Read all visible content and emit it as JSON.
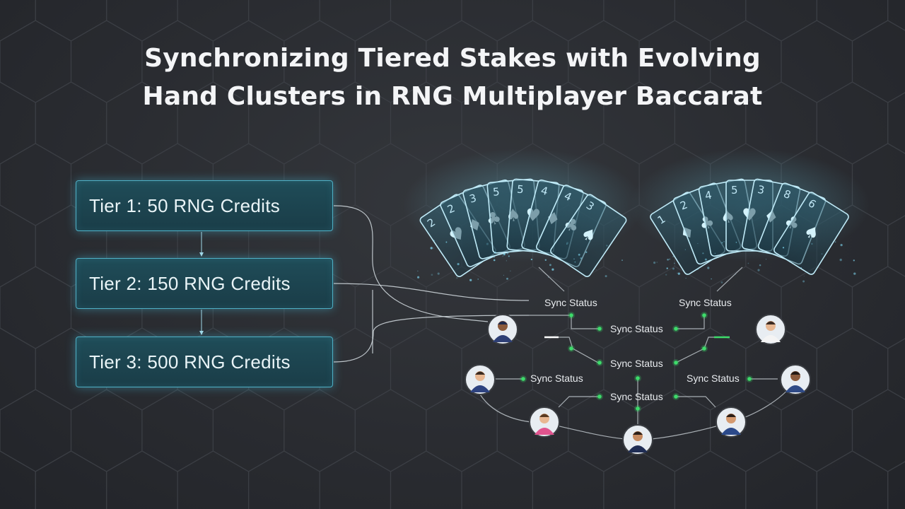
{
  "title_line1": "Synchronizing Tiered Stakes with Evolving",
  "title_line2": "Hand Clusters in RNG Multiplayer Baccarat",
  "tiers": [
    {
      "label": "Tier 1: 50 RNG Credits"
    },
    {
      "label": "Tier 2: 150 RNG Credits"
    },
    {
      "label": "Tier 3: 500 RNG Credits"
    }
  ],
  "sync_label": "Sync Status",
  "hand_clusters": [
    {
      "ranks": [
        "2",
        "2",
        "3",
        "5",
        "5",
        "4",
        "4",
        "3"
      ]
    },
    {
      "ranks": [
        "1",
        "2",
        "4",
        "5",
        "3",
        "8",
        "6"
      ]
    }
  ],
  "colors": {
    "accent": "#4fb0c6",
    "tier_fill": "#1d4652",
    "sync_dot": "#3ddc6a",
    "background": "#2b2d32"
  }
}
